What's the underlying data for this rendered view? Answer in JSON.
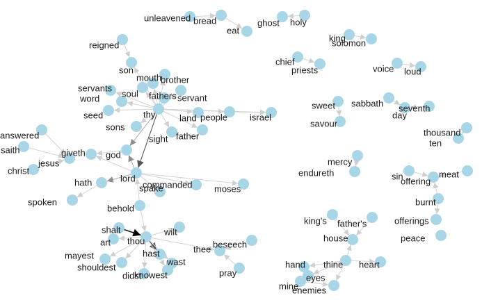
{
  "colors": {
    "node": "#a8d6e6",
    "edge_light": "#d3d3d3",
    "edge_medium": "#a9a9a9",
    "edge_dark": "#555555",
    "edge_black": "#111111",
    "text": "#1a1a1a"
  },
  "nodes": [
    {
      "id": "unleavened",
      "label": "unleavened"
    },
    {
      "id": "bread",
      "label": "bread"
    },
    {
      "id": "eat",
      "label": "eat"
    },
    {
      "id": "ghost",
      "label": "ghost"
    },
    {
      "id": "holy",
      "label": "holy"
    },
    {
      "id": "king",
      "label": "king"
    },
    {
      "id": "solomon",
      "label": "solomon"
    },
    {
      "id": "reigned",
      "label": "reigned"
    },
    {
      "id": "son",
      "label": "son"
    },
    {
      "id": "mouth",
      "label": "mouth"
    },
    {
      "id": "brother",
      "label": "brother"
    },
    {
      "id": "chief",
      "label": "chief"
    },
    {
      "id": "priests",
      "label": "priests"
    },
    {
      "id": "voice",
      "label": "voice"
    },
    {
      "id": "loud",
      "label": "loud"
    },
    {
      "id": "servants",
      "label": "servants"
    },
    {
      "id": "word",
      "label": "word"
    },
    {
      "id": "soul",
      "label": "soul"
    },
    {
      "id": "fathers",
      "label": "fathers"
    },
    {
      "id": "servant",
      "label": "servant"
    },
    {
      "id": "seed",
      "label": "seed"
    },
    {
      "id": "thy",
      "label": "thy"
    },
    {
      "id": "land",
      "label": "land"
    },
    {
      "id": "people",
      "label": "people"
    },
    {
      "id": "israel",
      "label": "israel"
    },
    {
      "id": "sweet",
      "label": "sweet"
    },
    {
      "id": "savour",
      "label": "savour"
    },
    {
      "id": "sabbath",
      "label": "sabbath"
    },
    {
      "id": "seventh",
      "label": "seventh"
    },
    {
      "id": "day",
      "label": "day"
    },
    {
      "id": "sons",
      "label": "sons"
    },
    {
      "id": "sight",
      "label": "sight"
    },
    {
      "id": "father",
      "label": "father"
    },
    {
      "id": "thousand",
      "label": "thousand"
    },
    {
      "id": "ten",
      "label": "ten"
    },
    {
      "id": "answered",
      "label": "answered"
    },
    {
      "id": "saith",
      "label": "saith"
    },
    {
      "id": "giveth",
      "label": "giveth"
    },
    {
      "id": "god",
      "label": "god"
    },
    {
      "id": "jesus",
      "label": "jesus"
    },
    {
      "id": "christ",
      "label": "christ"
    },
    {
      "id": "mercy",
      "label": "mercy"
    },
    {
      "id": "endureth",
      "label": "endureth"
    },
    {
      "id": "sin",
      "label": "sin"
    },
    {
      "id": "meat",
      "label": "meat"
    },
    {
      "id": "offering",
      "label": "offering"
    },
    {
      "id": "hath",
      "label": "hath"
    },
    {
      "id": "lord",
      "label": "lord"
    },
    {
      "id": "commanded",
      "label": "commanded"
    },
    {
      "id": "spake",
      "label": "spake"
    },
    {
      "id": "moses",
      "label": "moses"
    },
    {
      "id": "spoken",
      "label": "spoken"
    },
    {
      "id": "burnt",
      "label": "burnt"
    },
    {
      "id": "behold",
      "label": "behold"
    },
    {
      "id": "offerings",
      "label": "offerings"
    },
    {
      "id": "kings",
      "label": "king's"
    },
    {
      "id": "fathers2",
      "label": "father's"
    },
    {
      "id": "peace",
      "label": "peace"
    },
    {
      "id": "shalt",
      "label": "shalt"
    },
    {
      "id": "wilt",
      "label": "wilt"
    },
    {
      "id": "art",
      "label": "art"
    },
    {
      "id": "thou",
      "label": "thou"
    },
    {
      "id": "house",
      "label": "house"
    },
    {
      "id": "beseech",
      "label": "beseech"
    },
    {
      "id": "thee",
      "label": "thee"
    },
    {
      "id": "mayest",
      "label": "mayest"
    },
    {
      "id": "hast",
      "label": "hast"
    },
    {
      "id": "wast",
      "label": "wast"
    },
    {
      "id": "shouldest",
      "label": "shouldest"
    },
    {
      "id": "pray",
      "label": "pray"
    },
    {
      "id": "didst",
      "label": "didst"
    },
    {
      "id": "knowest",
      "label": "knowest"
    },
    {
      "id": "hand",
      "label": "hand"
    },
    {
      "id": "thine",
      "label": "thine"
    },
    {
      "id": "heart",
      "label": "heart"
    },
    {
      "id": "eyes",
      "label": "eyes"
    },
    {
      "id": "mine",
      "label": "mine"
    },
    {
      "id": "enemies",
      "label": "enemies"
    }
  ],
  "edges": [
    {
      "from": "unleavened",
      "to": "bread",
      "weight": "light"
    },
    {
      "from": "bread",
      "to": "eat",
      "weight": "light"
    },
    {
      "from": "holy",
      "to": "ghost",
      "weight": "light"
    },
    {
      "from": "king",
      "to": "solomon",
      "weight": "light"
    },
    {
      "from": "chief",
      "to": "priests",
      "weight": "light"
    },
    {
      "from": "voice",
      "to": "loud",
      "weight": "light"
    },
    {
      "from": "sweet",
      "to": "savour",
      "weight": "light"
    },
    {
      "from": "sabbath",
      "to": "day",
      "weight": "light"
    },
    {
      "from": "seventh",
      "to": "day",
      "weight": "light"
    },
    {
      "from": "thousand",
      "to": "ten",
      "weight": "light"
    },
    {
      "from": "mercy",
      "to": "endureth",
      "weight": "light"
    },
    {
      "from": "sin",
      "to": "offering",
      "weight": "light"
    },
    {
      "from": "meat",
      "to": "offering",
      "weight": "light"
    },
    {
      "from": "burnt",
      "to": "offering",
      "weight": "light"
    },
    {
      "from": "burnt",
      "to": "offerings",
      "weight": "light"
    },
    {
      "from": "reigned",
      "to": "son",
      "weight": "light"
    },
    {
      "from": "thy",
      "to": "son",
      "weight": "light"
    },
    {
      "from": "thy",
      "to": "mouth",
      "weight": "light"
    },
    {
      "from": "thy",
      "to": "brother",
      "weight": "light"
    },
    {
      "from": "thy",
      "to": "servants",
      "weight": "light"
    },
    {
      "from": "thy",
      "to": "word",
      "weight": "light"
    },
    {
      "from": "thy",
      "to": "soul",
      "weight": "light"
    },
    {
      "from": "thy",
      "to": "fathers",
      "weight": "light"
    },
    {
      "from": "thy",
      "to": "servant",
      "weight": "light"
    },
    {
      "from": "thy",
      "to": "seed",
      "weight": "light"
    },
    {
      "from": "thy",
      "to": "land",
      "weight": "light"
    },
    {
      "from": "thy",
      "to": "people",
      "weight": "light"
    },
    {
      "from": "thy",
      "to": "israel",
      "weight": "light"
    },
    {
      "from": "thy",
      "to": "sons",
      "weight": "light"
    },
    {
      "from": "thy",
      "to": "sight",
      "weight": "light"
    },
    {
      "from": "thy",
      "to": "father",
      "weight": "light"
    },
    {
      "from": "thy",
      "to": "god",
      "weight": "medium"
    },
    {
      "from": "thy",
      "to": "lord",
      "weight": "dark"
    },
    {
      "from": "people",
      "to": "israel",
      "weight": "light"
    },
    {
      "from": "answered",
      "to": "jesus",
      "weight": "light"
    },
    {
      "from": "saith",
      "to": "jesus",
      "weight": "light"
    },
    {
      "from": "christ",
      "to": "jesus",
      "weight": "light"
    },
    {
      "from": "god",
      "to": "giveth",
      "weight": "light"
    },
    {
      "from": "lord",
      "to": "giveth",
      "weight": "light"
    },
    {
      "from": "lord",
      "to": "god",
      "weight": "medium"
    },
    {
      "from": "lord",
      "to": "hath",
      "weight": "medium"
    },
    {
      "from": "hath",
      "to": "spoken",
      "weight": "light"
    },
    {
      "from": "lord",
      "to": "commanded",
      "weight": "light"
    },
    {
      "from": "lord",
      "to": "spake",
      "weight": "light"
    },
    {
      "from": "lord",
      "to": "moses",
      "weight": "light"
    },
    {
      "from": "behold",
      "to": "lord",
      "weight": "light"
    },
    {
      "from": "shalt",
      "to": "thou",
      "weight": "black"
    },
    {
      "from": "thou",
      "to": "wilt",
      "weight": "light"
    },
    {
      "from": "thou",
      "to": "art",
      "weight": "light"
    },
    {
      "from": "thou",
      "to": "hast",
      "weight": "dark"
    },
    {
      "from": "thou",
      "to": "mayest",
      "weight": "light"
    },
    {
      "from": "thou",
      "to": "wast",
      "weight": "light"
    },
    {
      "from": "thou",
      "to": "shouldest",
      "weight": "light"
    },
    {
      "from": "thou",
      "to": "didst",
      "weight": "light"
    },
    {
      "from": "thou",
      "to": "knowest",
      "weight": "light"
    },
    {
      "from": "thou",
      "to": "thee",
      "weight": "light"
    },
    {
      "from": "behold",
      "to": "thou",
      "weight": "light"
    },
    {
      "from": "beseech",
      "to": "thee",
      "weight": "light"
    },
    {
      "from": "pray",
      "to": "thee",
      "weight": "light"
    },
    {
      "from": "kings",
      "to": "house",
      "weight": "light"
    },
    {
      "from": "fathers2",
      "to": "house",
      "weight": "light"
    },
    {
      "from": "thine",
      "to": "house",
      "weight": "light"
    },
    {
      "from": "thine",
      "to": "hand",
      "weight": "light"
    },
    {
      "from": "thine",
      "to": "heart",
      "weight": "light"
    },
    {
      "from": "thine",
      "to": "eyes",
      "weight": "light"
    },
    {
      "from": "thine",
      "to": "enemies",
      "weight": "light"
    },
    {
      "from": "mine",
      "to": "eyes",
      "weight": "light"
    },
    {
      "from": "mine",
      "to": "enemies",
      "weight": "light"
    }
  ]
}
